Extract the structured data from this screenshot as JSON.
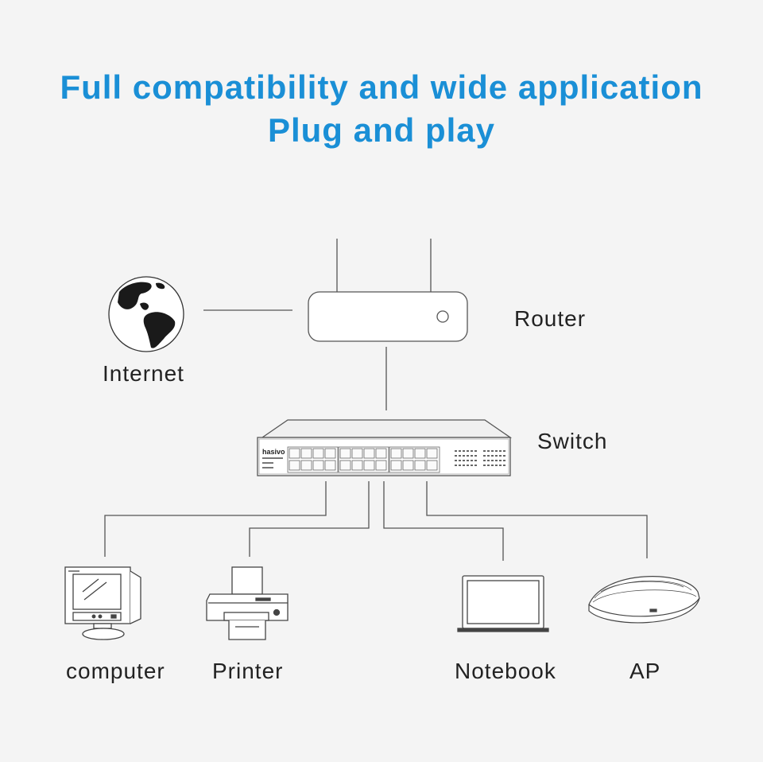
{
  "header": {
    "line1": "Full compatibility and wide application",
    "line2": "Plug and play"
  },
  "nodes": {
    "internet": "Internet",
    "router": "Router",
    "switch": "Switch",
    "computer": "computer",
    "printer": "Printer",
    "notebook": "Notebook",
    "ap": "AP"
  },
  "switch_brand": "hasivo",
  "colors": {
    "title": "#1a8fd6",
    "line": "#555555",
    "background": "#f4f4f4"
  }
}
